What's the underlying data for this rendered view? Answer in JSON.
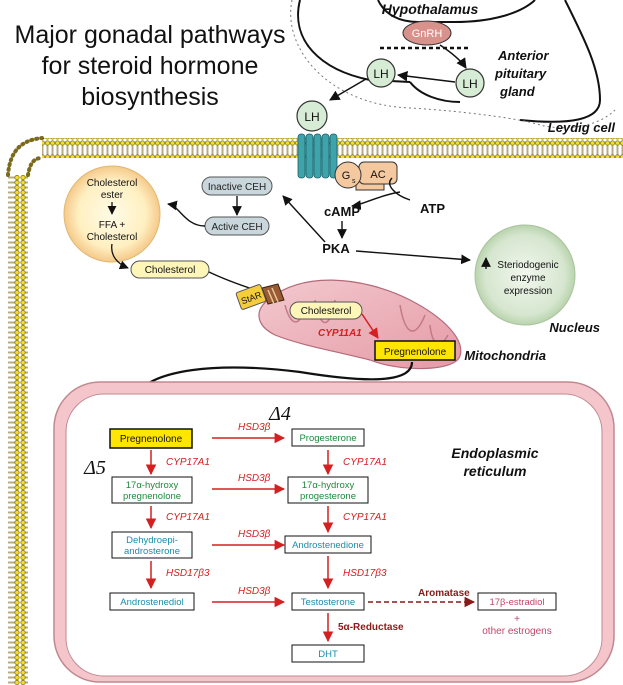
{
  "title": {
    "line1": "Major gonadal pathways",
    "line2": "for steroid hormone",
    "line3": "biosynthesis"
  },
  "labels": {
    "hypothalamus": "Hypothalamus",
    "gnrh": "GnRH",
    "anterior_pituitary_1": "Anterior",
    "anterior_pituitary_2": "pituitary",
    "anterior_pituitary_3": "gland",
    "lh": "LH",
    "leydig_cell": "Leydig cell",
    "gs": "G",
    "gs_sub": "s",
    "ac": "AC",
    "camp": "cAMP",
    "atp": "ATP",
    "pka": "PKA",
    "inactive_ceh": "Inactive CEH",
    "active_ceh": "Active CEH",
    "cholesterol_ester_1": "Cholesterol",
    "cholesterol_ester_2": "ester",
    "ffa_1": "FFA +",
    "ffa_2": "Cholesterol",
    "cholesterol": "Cholesterol",
    "star": "StAR",
    "mito_cholesterol": "Cholesterol",
    "cyp11a1": "CYP11A1",
    "mito_pregnenolone": "Pregnenolone",
    "mitochondria": "Mitochondria",
    "nucleus": "Nucleus",
    "steroidogenic_1": "Steriodogenic",
    "steroidogenic_2": "enzyme",
    "steroidogenic_3": "expression",
    "endoplasmic_1": "Endoplasmic",
    "endoplasmic_2": "reticulum",
    "delta4": "Δ4",
    "delta5": "Δ5"
  },
  "er_pathway": {
    "pregnenolone": "Pregnenolone",
    "hydroxy_preg_1": "17α-hydroxy",
    "hydroxy_preg_2": "pregnenolone",
    "dhea_1": "Dehydroepi-",
    "dhea_2": "androsterone",
    "androstenediol": "Androstenediol",
    "progesterone": "Progesterone",
    "hydroxy_prog_1": "17α-hydroxy",
    "hydroxy_prog_2": "progesterone",
    "androstenedione": "Androstenedione",
    "testosterone": "Testosterone",
    "dht": "DHT",
    "estradiol": "17β-estradiol",
    "plus": "+",
    "other_estrogens": "other estrogens"
  },
  "enzymes": {
    "hsd3b": "HSD3β",
    "cyp17a1": "CYP17A1",
    "hsd17b3": "HSD17β3",
    "aromatase": "Aromatase",
    "reductase": "5α-Reductase"
  },
  "colors": {
    "enzyme_red": "#d42020",
    "product_green": "#1e8a3c",
    "product_cyan": "#1a8ca8",
    "estrogen_pink": "#c0466a",
    "pregnenolone_yellow": "#ffe600",
    "channel_teal": "#3fa3ac",
    "membrane_yellow": "#f4dd2a",
    "er_pink": "#f4c6cc"
  }
}
